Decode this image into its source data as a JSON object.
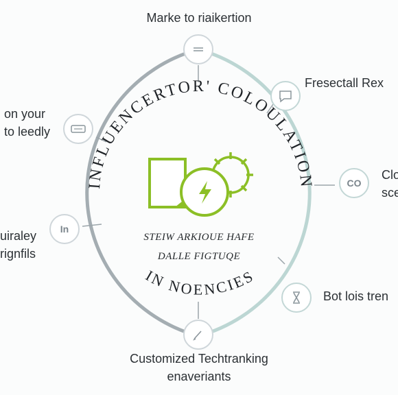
{
  "diagram": {
    "ring_title": "INFLUENCERTOR' COLOULATION",
    "ring_subtitle": "IN NOENCIES",
    "center_lines": [
      "STEIW ARKIOUE HAFE",
      "DALLE FIGTUQE"
    ],
    "icon_texts": {
      "node_fifth": "CO",
      "node_left": "In"
    },
    "labels": {
      "top": "Marke to riaikertion",
      "upper_right": "Fresectall Rex",
      "right": [
        "Clo",
        "sce"
      ],
      "lower_right": "Bot lois tren",
      "bottom": [
        "Customized Techtranking",
        "enaveriants"
      ],
      "left": [
        "uiraley",
        "rignfils"
      ],
      "upper_left": [
        "on your",
        "to leedly"
      ]
    },
    "colors": {
      "ring_gray": "#a4adb2",
      "ring_teal": "#bcd6d3",
      "accent_green": "#8cbf26",
      "text": "#2b3034"
    },
    "icons": [
      "text-lines-icon",
      "tag-icon",
      "chat-bubble-icon",
      "folder-icon",
      "hourglass-icon",
      "pen-icon",
      "lightning-bolt-icon",
      "gear-icon",
      "document-icon"
    ]
  }
}
